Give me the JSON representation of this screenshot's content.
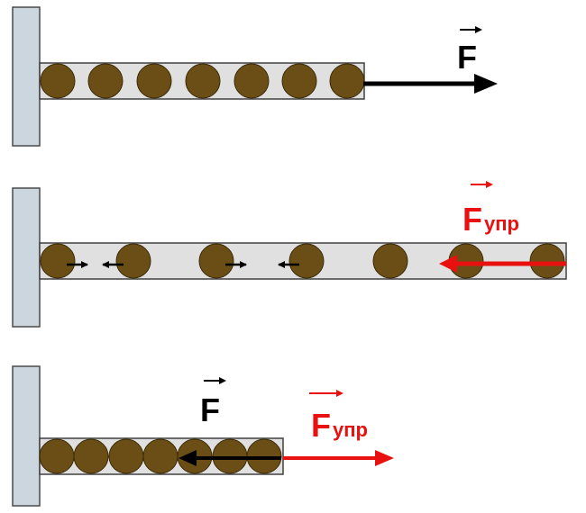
{
  "colors": {
    "wall_fill": "#ccd6de",
    "wall_stroke": "#4a4a4a",
    "rod_fill": "#e0e0e0",
    "rod_stroke": "#404040",
    "ball_fill": "#6b4e16",
    "ball_stroke": "#3a2a08",
    "force_black": "#000000",
    "force_red": "#e8110f"
  },
  "panels": [
    {
      "id": "stretched-force-applied",
      "state": "stretched",
      "ball_count": 7,
      "labels": [
        {
          "id": "applied-force",
          "main": "F",
          "sub": "",
          "color": "#000000",
          "vector_arrow": true
        }
      ],
      "force_arrows": [
        {
          "id": "applied-force",
          "direction": "right",
          "color": "#000000"
        }
      ],
      "interparticle_arrows": []
    },
    {
      "id": "stretched-elastic-force",
      "state": "stretched-further",
      "ball_count": 7,
      "labels": [
        {
          "id": "elastic-force",
          "main": "F",
          "sub": "упр",
          "color": "#e8110f",
          "vector_arrow": true
        }
      ],
      "force_arrows": [
        {
          "id": "elastic-force",
          "direction": "left",
          "color": "#e8110f"
        }
      ],
      "interparticle_arrows": [
        {
          "direction": "right"
        },
        {
          "direction": "left"
        },
        {
          "direction": "right"
        },
        {
          "direction": "left"
        }
      ]
    },
    {
      "id": "compressed",
      "state": "compressed",
      "ball_count": 7,
      "labels": [
        {
          "id": "applied-force",
          "main": "F",
          "sub": "",
          "color": "#000000",
          "vector_arrow": true
        },
        {
          "id": "elastic-force",
          "main": "F",
          "sub": "упр",
          "color": "#e8110f",
          "vector_arrow": true
        }
      ],
      "force_arrows": [
        {
          "id": "applied-force",
          "direction": "left",
          "color": "#000000"
        },
        {
          "id": "elastic-force",
          "direction": "right",
          "color": "#e8110f"
        }
      ],
      "interparticle_arrows": []
    }
  ]
}
